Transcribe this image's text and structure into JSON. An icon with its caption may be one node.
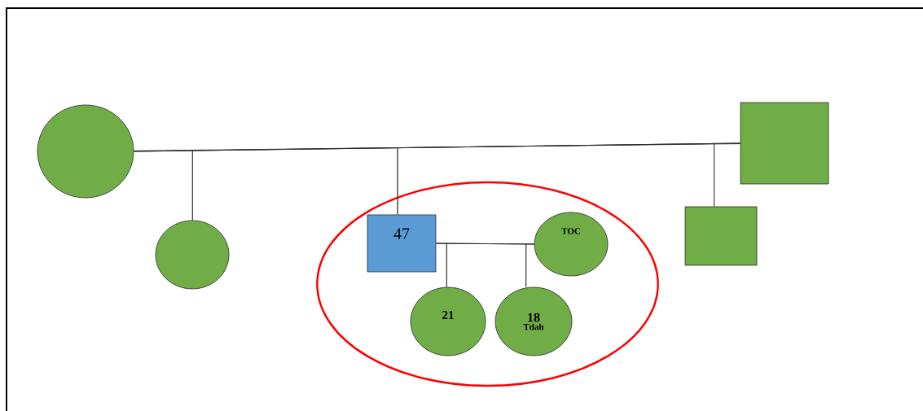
{
  "diagram": {
    "nodes": [
      {
        "text": [],
        "shape": "circle"
      },
      {
        "text": [],
        "shape": "box"
      },
      {
        "text": [],
        "shape": "circle"
      },
      {
        "text": [],
        "shape": "ellipse"
      },
      {
        "text": [
          "47"
        ],
        "in": 3
      },
      {
        "text": [
          "TOC"
        ],
        "in": 3
      },
      {
        "text": [
          "21"
        ],
        "in": 3
      },
      {
        "text": [
          "18",
          "Tdah"
        ],
        "in": 3
      },
      {
        "text": [],
        "shape": "box"
      }
    ],
    "edges": [
      {
        "from": 0,
        "to": 1,
        "arrow": "none"
      },
      {
        "from": 0,
        "to": 2,
        "arrow": "none"
      },
      {
        "from": 1,
        "to": 2,
        "arrow": "none"
      },
      {
        "from": 0,
        "to": 4,
        "arrow": "none"
      },
      {
        "from": 1,
        "to": 4,
        "arrow": "none"
      },
      {
        "from": 0,
        "to": 8,
        "arrow": "none"
      },
      {
        "from": 1,
        "to": 8,
        "arrow": "none"
      },
      {
        "from": 4,
        "to": 5,
        "arrow": "none"
      },
      {
        "from": 4,
        "to": 6,
        "arrow": "none"
      },
      {
        "from": 5,
        "to": 6,
        "arrow": "none"
      },
      {
        "from": 4,
        "to": 7,
        "arrow": "none"
      },
      {
        "from": 5,
        "to": 7,
        "arrow": "none"
      }
    ]
  }
}
